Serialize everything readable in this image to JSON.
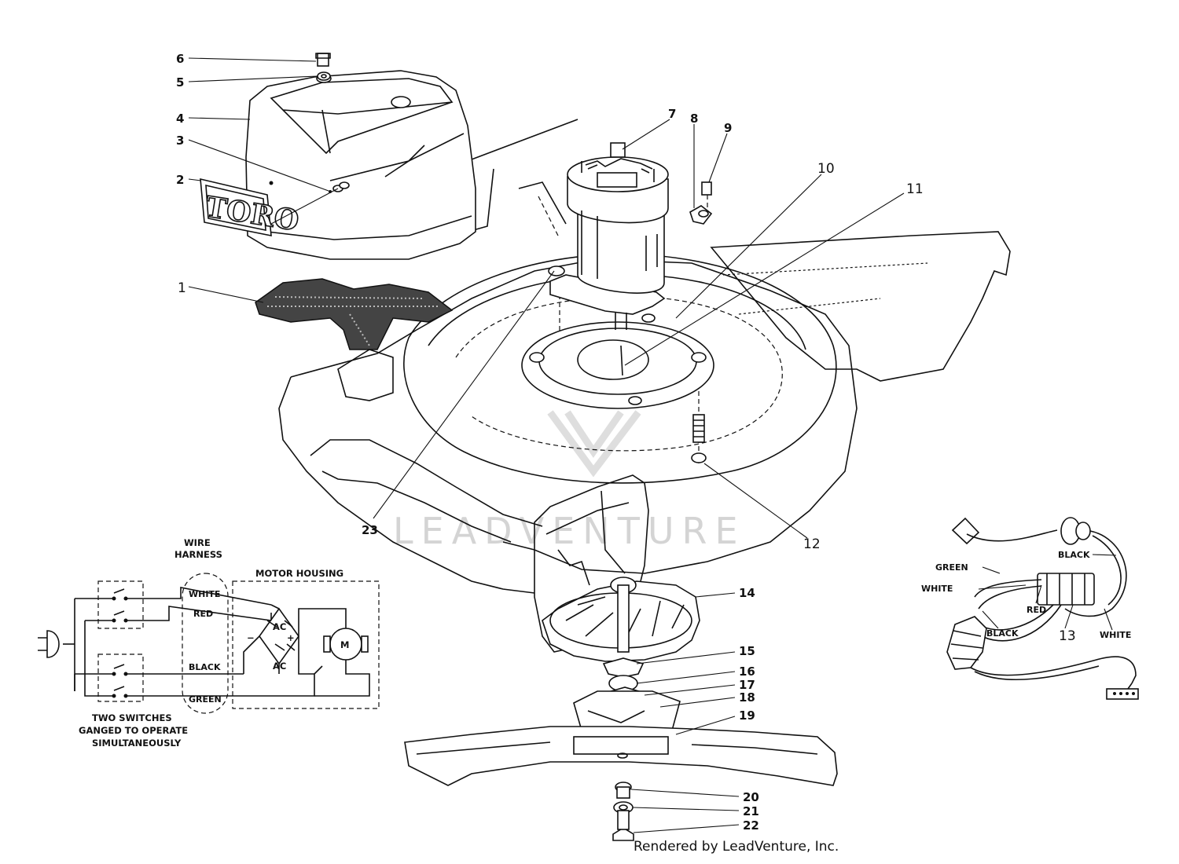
{
  "logo": "TORO",
  "watermark": "LEADVENTURE",
  "credit": "Rendered by LeadVenture, Inc.",
  "callouts": [
    "1",
    "2",
    "3",
    "4",
    "5",
    "6",
    "7",
    "8",
    "9",
    "10",
    "11",
    "12",
    "13",
    "14",
    "15",
    "16",
    "17",
    "18",
    "19",
    "20",
    "21",
    "22",
    "23"
  ],
  "wiring": {
    "wire_harness_line1": "WIRE",
    "wire_harness_line2": "HARNESS",
    "motor_housing": "MOTOR HOUSING",
    "wires": [
      "WHITE",
      "RED",
      "BLACK",
      "GREEN"
    ],
    "ac_1": "AC",
    "ac_2": "AC",
    "minus": "−",
    "plus": "+",
    "motor": "M",
    "switch_note_1": "TWO SWITCHES",
    "switch_note_2": "GANGED TO OPERATE",
    "switch_note_3": "SIMULTANEOUSLY"
  },
  "cord_labels": {
    "green": "GREEN",
    "white_left": "WHITE",
    "black_top": "BLACK",
    "red": "RED",
    "black_bottom": "BLACK",
    "white_right": "WHITE"
  }
}
